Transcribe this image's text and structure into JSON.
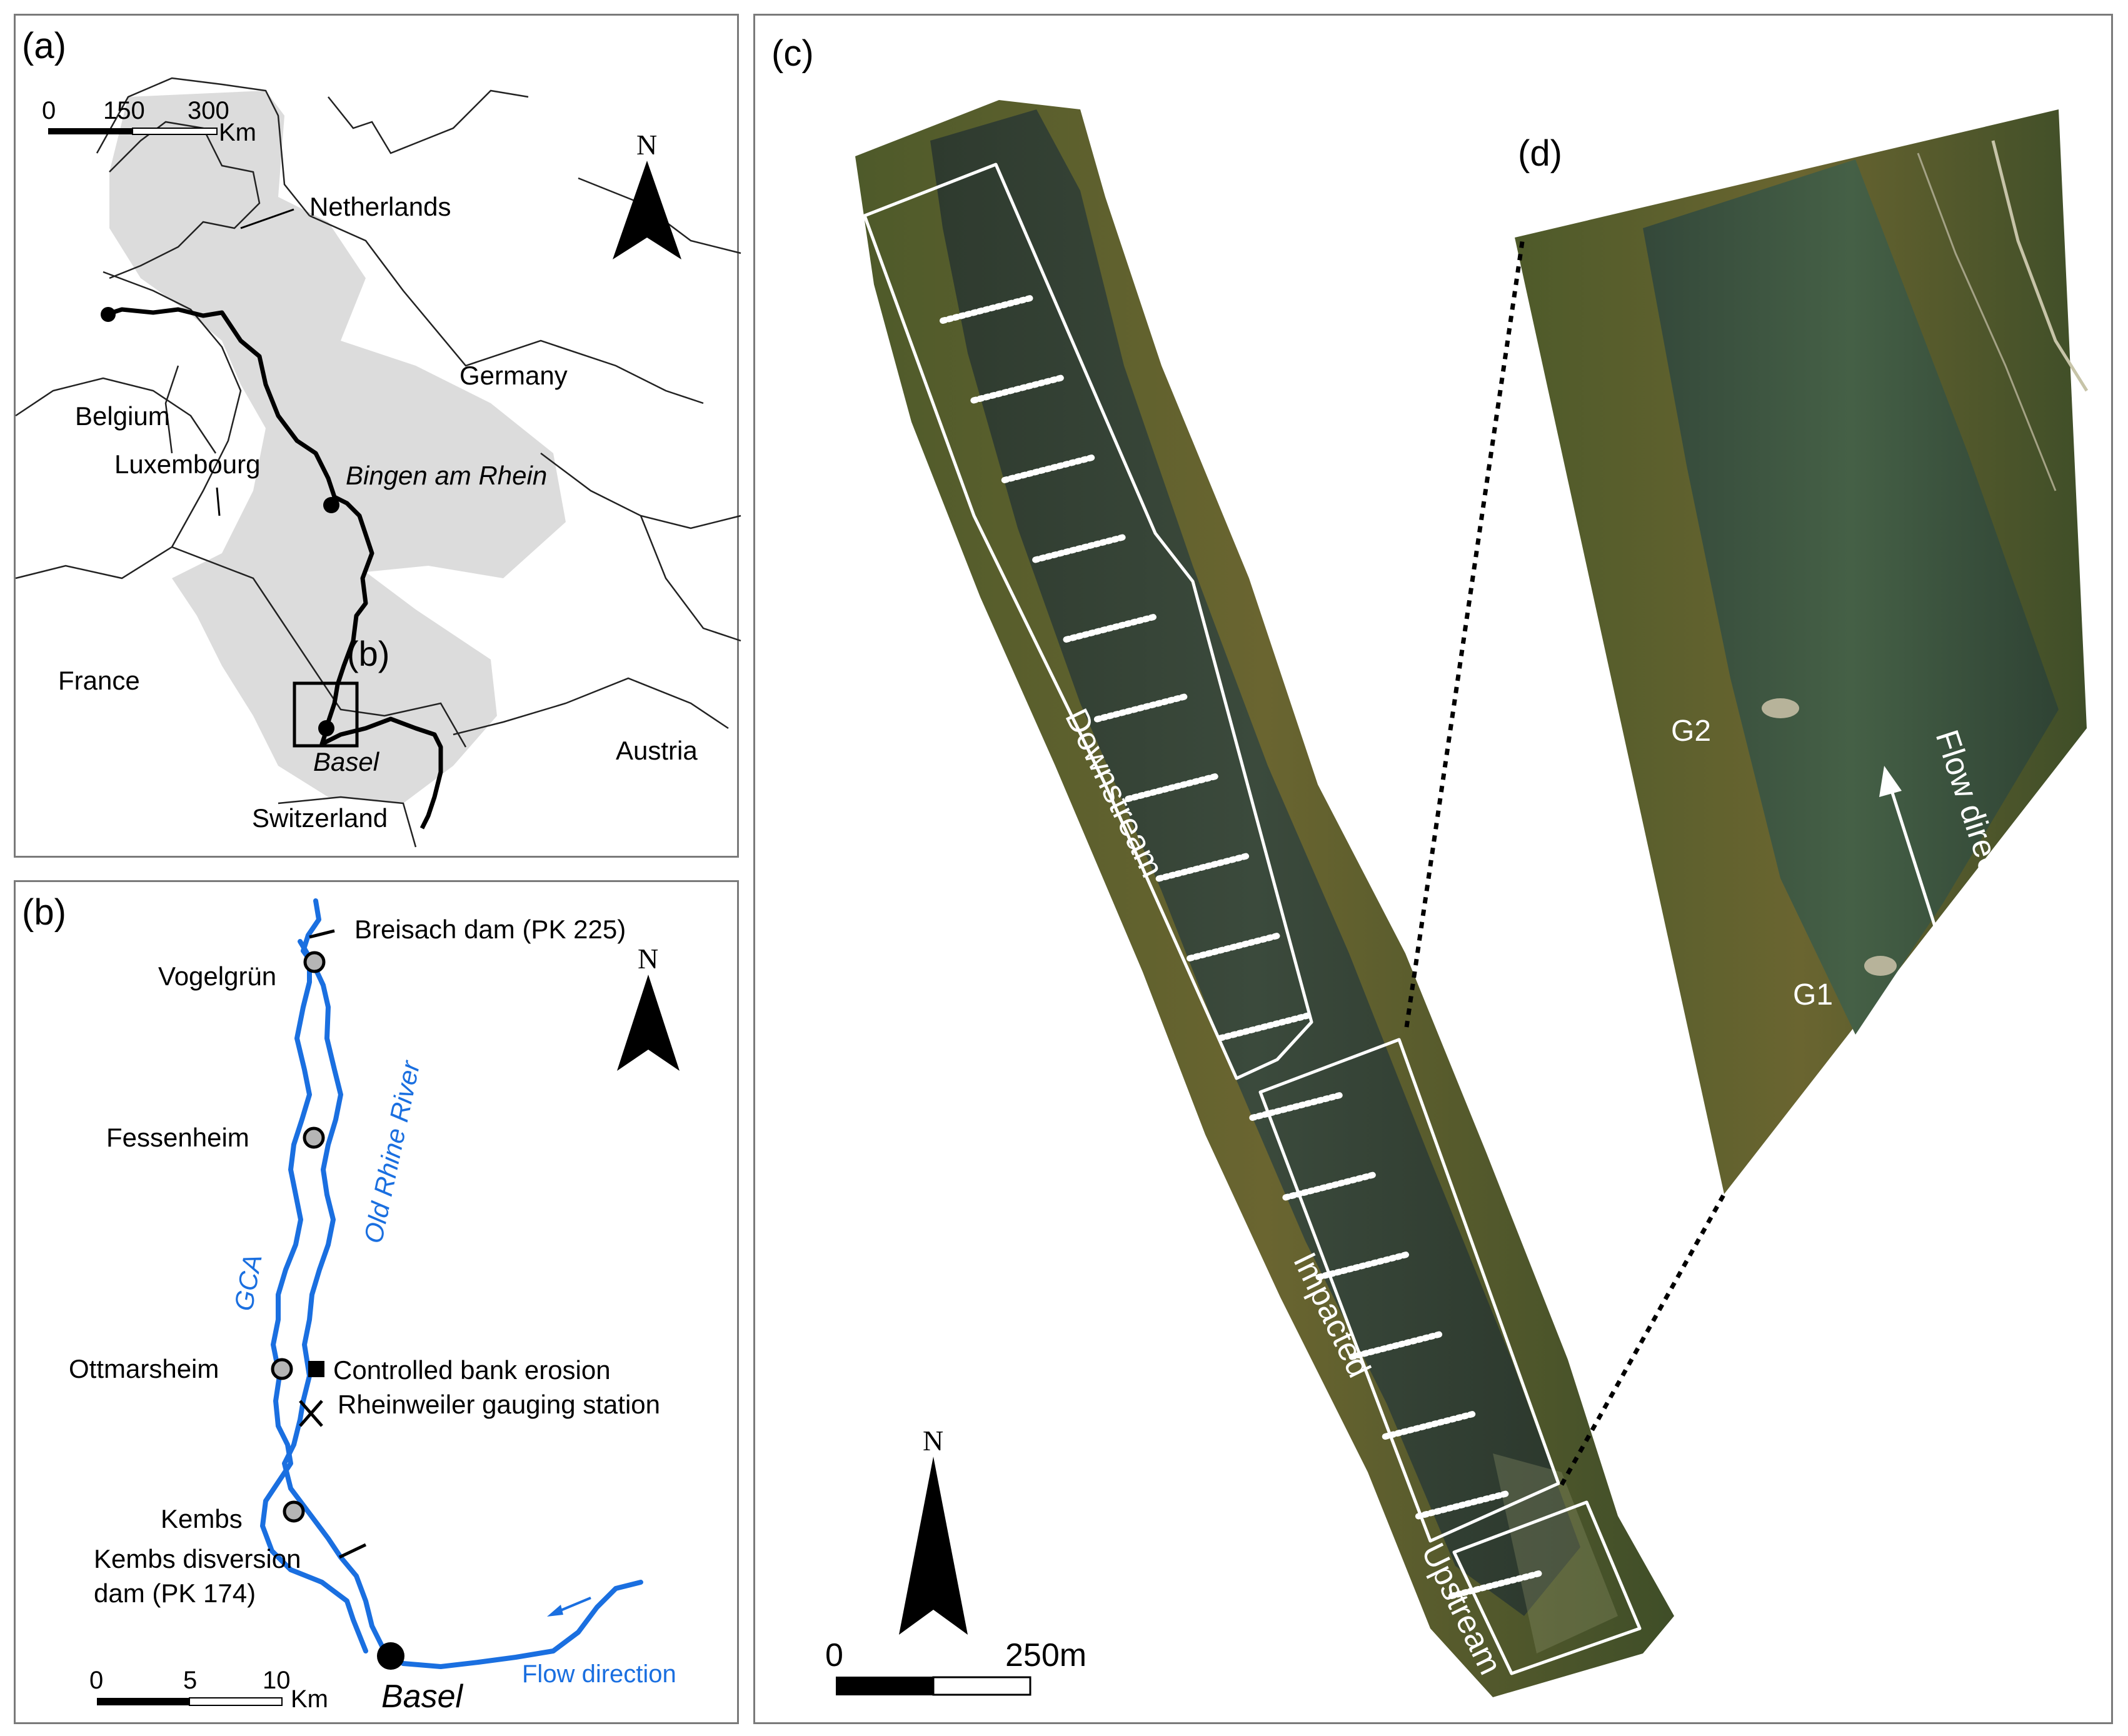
{
  "panel_a": {
    "label": "(a)",
    "scale": {
      "t0": "0",
      "t1": "150",
      "t2": "300",
      "unit": "Km"
    },
    "north": "N",
    "countries": [
      "Netherlands",
      "Germany",
      "Belgium",
      "Luxembourg",
      "France",
      "Austria",
      "Switzerland"
    ],
    "cities": [
      "Bingen am Rhein",
      "Basel"
    ],
    "inset_label": "(b)"
  },
  "panel_b": {
    "label": "(b)",
    "north": "N",
    "dams": [
      "Breisach dam (PK 225)",
      "Kembs disversion",
      "dam (PK 174)"
    ],
    "places": [
      "Vogelgrün",
      "Fessenheim",
      "Ottmarsheim",
      "Kembs"
    ],
    "river_labels": [
      "Old Rhine River",
      "GCA"
    ],
    "features": [
      "Controlled bank erosion",
      "Rheinweiler gauging station"
    ],
    "city": "Basel",
    "flow": "Flow direction",
    "scale": {
      "t0": "0",
      "t1": "5",
      "t2": "10",
      "unit": "Km"
    },
    "colors": {
      "river": "#1a6fe0"
    }
  },
  "panel_c": {
    "label": "(c)",
    "reaches": [
      "Downstream",
      "Impacted",
      "Upstream"
    ],
    "north": "N",
    "scale": {
      "t0": "0",
      "t1": "250m"
    }
  },
  "panel_d": {
    "label": "(d)",
    "markers": [
      "G2",
      "G1"
    ],
    "flow": "Flow direction"
  }
}
